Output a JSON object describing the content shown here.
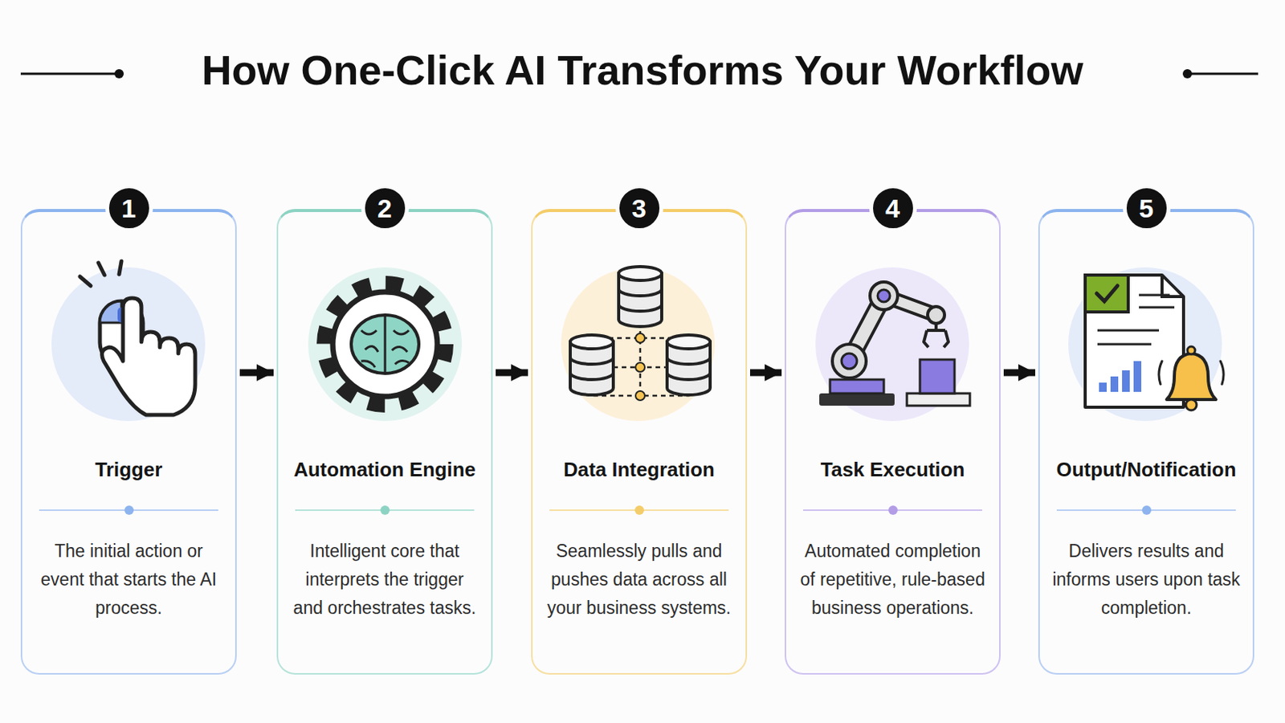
{
  "diagram": {
    "title": "How One-Click AI Transforms Your Workflow",
    "nodes": [
      {
        "text": [
          "Trigger",
          "The initial action or event that starts the AI process."
        ]
      },
      {
        "text": [
          "1"
        ],
        "in": 0
      },
      {
        "text": [
          "Automation Engine",
          "Intelligent core that interprets the trigger and orchestrates tasks."
        ]
      },
      {
        "text": [
          "2"
        ],
        "in": 2
      },
      {
        "text": [
          "Data Integration",
          "Seamlessly pulls and pushes data across all your business systems."
        ]
      },
      {
        "text": [
          "3"
        ],
        "in": 4
      },
      {
        "text": [
          "Task Execution",
          "Automated completion of repetitive, rule-based business operations."
        ]
      },
      {
        "text": [
          "4"
        ],
        "in": 6
      },
      {
        "text": [
          "Output/Notification",
          "Delivers results and informs users upon task completion."
        ]
      },
      {
        "text": [
          "5"
        ],
        "in": 8
      }
    ],
    "edges": [
      {
        "from": 0,
        "to": 2,
        "arrow": "to"
      },
      {
        "from": 2,
        "to": 4,
        "arrow": "to"
      },
      {
        "from": 4,
        "to": 6,
        "arrow": "to"
      },
      {
        "from": 6,
        "to": 8,
        "arrow": "to"
      }
    ]
  }
}
